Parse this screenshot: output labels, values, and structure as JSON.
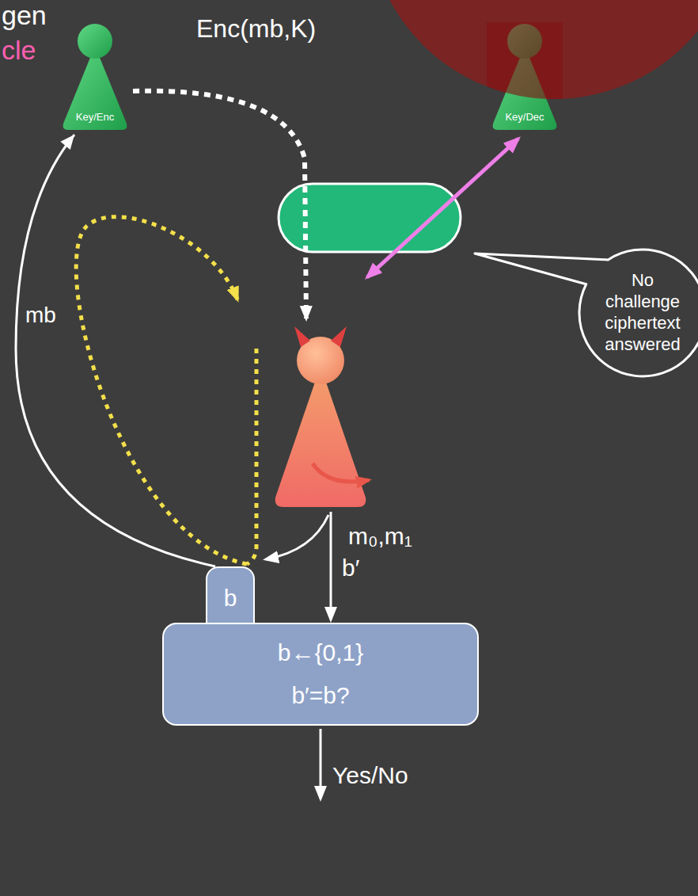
{
  "diagram": {
    "nodes": [
      {
        "text": [
          "Key/Enc"
        ]
      },
      {
        "text": [
          "Key/Dec"
        ]
      },
      {
        "text": [
          "No challenge ciphertext answered"
        ]
      },
      {
        "text": [
          "b"
        ]
      },
      {
        "text": [
          "b←{0,1}",
          "b′=b?"
        ]
      }
    ],
    "edges": [
      {
        "from": 3,
        "to": 0,
        "arrow": "to",
        "label": "mb"
      }
    ],
    "labels": [
      "gen",
      "cle",
      "Enc(mb,K)",
      "m₀,m₁",
      "b′",
      "Yes/No"
    ]
  }
}
